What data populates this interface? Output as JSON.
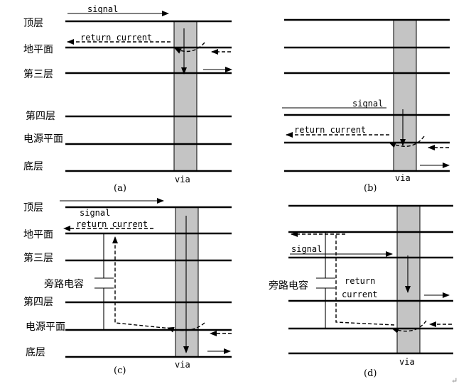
{
  "layers": [
    "顶层",
    "地平面",
    "第三层",
    "第四层",
    "电源平面",
    "底层"
  ],
  "labels": {
    "signal": "signal",
    "return_current": "return current",
    "return_word": "return",
    "current_word": "current",
    "via": "via",
    "bypass_cap": "旁路电容"
  },
  "captions": [
    "(a)",
    "(b)",
    "(c)",
    "(d)"
  ],
  "corner_mark": "↵"
}
